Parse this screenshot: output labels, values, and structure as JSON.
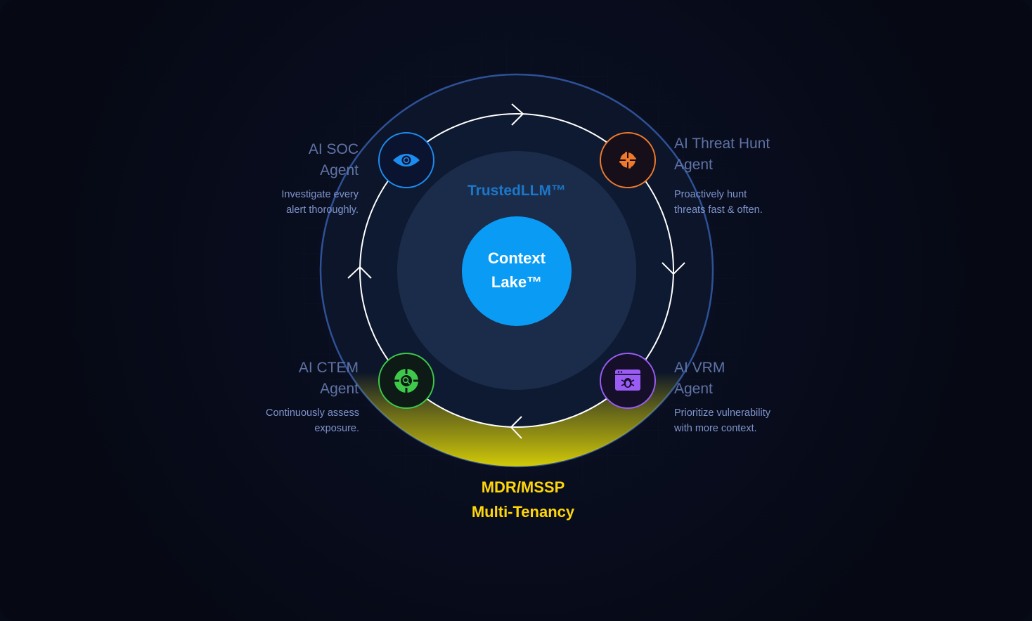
{
  "center": {
    "line1": "Context",
    "line2": "Lake™"
  },
  "ring_label": "TrustedLLM™",
  "bottom_label": {
    "line1": "MDR/MSSP",
    "line2": "Multi-Tenancy"
  },
  "agents": [
    {
      "title_line1": "AI SOC",
      "title_line2": "Agent",
      "desc_line1": "Investigate every",
      "desc_line2": "alert thoroughly.",
      "icon": "eye-icon",
      "color": "#1d8cf0"
    },
    {
      "title_line1": "AI Threat Hunt",
      "title_line2": "Agent",
      "desc_line1": "Proactively hunt",
      "desc_line2": "threats fast & often.",
      "icon": "crosshair-icon",
      "color": "#f07a2c"
    },
    {
      "title_line1": "AI CTEM",
      "title_line2": "Agent",
      "desc_line1": "Continuously assess",
      "desc_line2": "exposure.",
      "icon": "cycle-search-icon",
      "color": "#3ec94a"
    },
    {
      "title_line1": "AI VRM",
      "title_line2": "Agent",
      "desc_line1": "Prioritize vulnerability",
      "desc_line2": "with more context.",
      "icon": "bug-window-icon",
      "color": "#9b5cf5"
    }
  ],
  "colors": {
    "background": "#070a17",
    "outer_ring": "#2a4a8c",
    "inner_disc": "#1c2d4d",
    "center": "#0a9cf5",
    "highlight": "#ffd60a"
  }
}
